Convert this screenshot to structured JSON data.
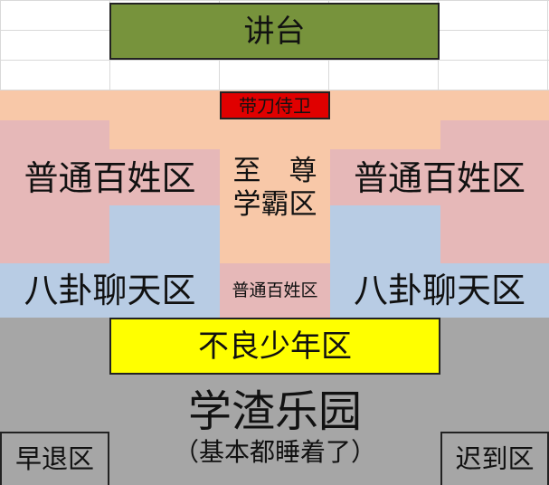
{
  "colors": {
    "podium": "#77933c",
    "guards": "#e00000",
    "peach": "#f8c8a8",
    "pink": "#e6b8b8",
    "blue": "#b8cce4",
    "yellow": "#ffff00",
    "gray": "#a6a6a6"
  },
  "labels": {
    "podium": "讲台",
    "guards": "带刀侍卫",
    "supreme_line1": "至　尊",
    "supreme_line2": "学霸区",
    "commoners_left": "普通百姓区",
    "commoners_right": "普通百姓区",
    "commoners_middle": "普通百姓区",
    "gossip_left": "八卦聊天区",
    "gossip_right": "八卦聊天区",
    "delinquent": "不良少年区",
    "slackers": "学渣乐园",
    "slackers_note": "（基本都睡着了）",
    "leave_early": "早退区",
    "late_arrival": "迟到区"
  }
}
